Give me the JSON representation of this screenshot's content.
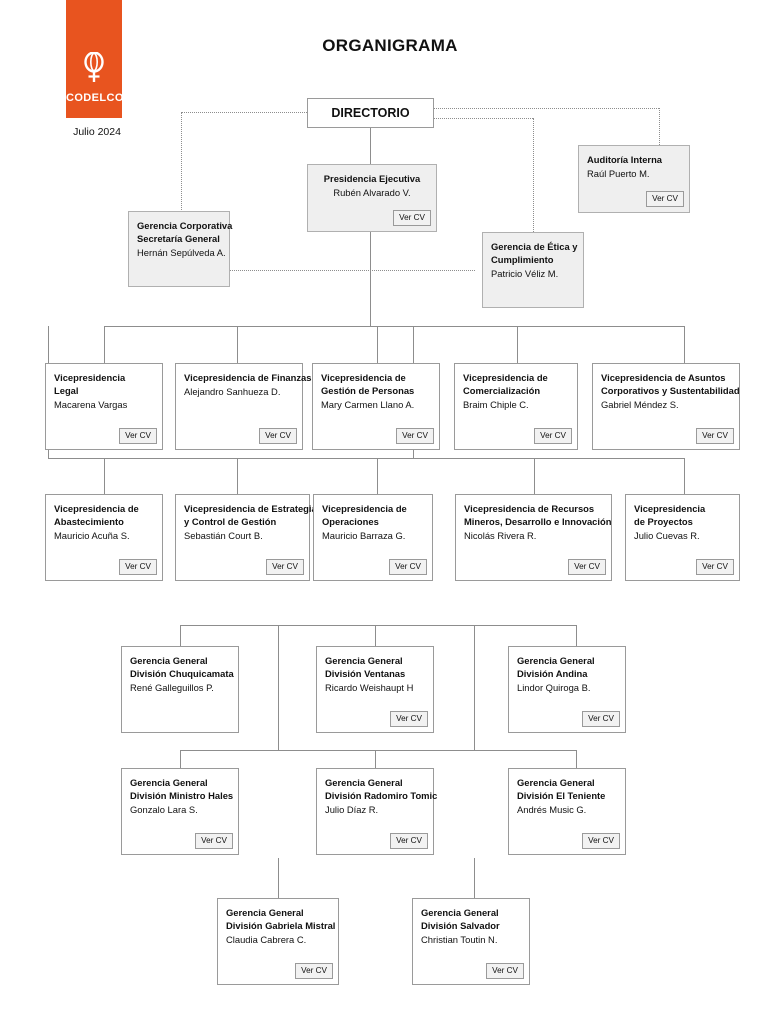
{
  "brand": {
    "name": "CODELCO",
    "date": "Julio 2024",
    "logo_icon": "codelco-venus-symbol-icon",
    "accent_color": "#e8541f"
  },
  "title": "ORGANIGRAMA",
  "labels": {
    "ver_cv": "Ver CV"
  },
  "nodes": {
    "directorio": {
      "title": "DIRECTORIO",
      "person": "",
      "has_cv": false
    },
    "presidencia": {
      "title": "Presidencia Ejecutiva",
      "person": "Rubén Alvarado V.",
      "has_cv": true
    },
    "auditoria": {
      "title": "Auditoría Interna",
      "person": "Raúl Puerto M.",
      "has_cv": true
    },
    "secretaria": {
      "title_1": "Gerencia Corporativa",
      "title_2": "Secretaría General",
      "person": "Hernán Sepúlveda A.",
      "has_cv": false
    },
    "etica": {
      "title_1": "Gerencia de Ética y",
      "title_2": "Cumplimiento",
      "person": "Patricio Véliz M.",
      "has_cv": false
    }
  },
  "vp_row_1": [
    {
      "title_1": "Vicepresidencia",
      "title_2": "Legal",
      "person": "Macarena Vargas",
      "has_cv": true
    },
    {
      "title_1": "Vicepresidencia de Finanzas",
      "title_2": "",
      "person": "Alejandro Sanhueza D.",
      "has_cv": true
    },
    {
      "title_1": "Vicepresidencia de",
      "title_2": "Gestión de Personas",
      "person": "Mary Carmen Llano A.",
      "has_cv": true
    },
    {
      "title_1": "Vicepresidencia de",
      "title_2": "Comercialización",
      "person": "Braim Chiple C.",
      "has_cv": true
    },
    {
      "title_1": "Vicepresidencia de Asuntos",
      "title_2": "Corporativos y Sustentabilidad",
      "person": "Gabriel Méndez S.",
      "has_cv": true
    }
  ],
  "vp_row_2": [
    {
      "title_1": "Vicepresidencia de",
      "title_2": "Abastecimiento",
      "person": "Mauricio Acuña S.",
      "has_cv": true
    },
    {
      "title_1": "Vicepresidencia de Estrategia",
      "title_2": "y Control de Gestión",
      "person": "Sebastián Court B.",
      "has_cv": true
    },
    {
      "title_1": "Vicepresidencia de",
      "title_2": "Operaciones",
      "person": "Mauricio Barraza G.",
      "has_cv": true
    },
    {
      "title_1": "Vicepresidencia de Recursos",
      "title_2": "Mineros, Desarrollo e Innovación",
      "person": "Nicolás Rivera R.",
      "has_cv": true
    },
    {
      "title_1": "Vicepresidencia",
      "title_2": "de Proyectos",
      "person": "Julio Cuevas R.",
      "has_cv": true
    }
  ],
  "divisions_row_1": [
    {
      "title_1": "Gerencia General",
      "title_2": "División Chuquicamata",
      "person": "René Galleguillos P.",
      "has_cv": false
    },
    {
      "title_1": "Gerencia General",
      "title_2": "División Ventanas",
      "person": "Ricardo Weishaupt H",
      "has_cv": true
    },
    {
      "title_1": "Gerencia General",
      "title_2": "División Andina",
      "person": "Lindor Quiroga B.",
      "has_cv": true
    }
  ],
  "divisions_row_2": [
    {
      "title_1": "Gerencia General",
      "title_2": "División Ministro Hales",
      "person": "Gonzalo Lara S.",
      "has_cv": true
    },
    {
      "title_1": "Gerencia General",
      "title_2": "División Radomiro Tomic",
      "person": "Julio Díaz R.",
      "has_cv": true
    },
    {
      "title_1": "Gerencia General",
      "title_2": "División El Teniente",
      "person": "Andrés Music G.",
      "has_cv": true
    }
  ],
  "divisions_row_3": [
    {
      "title_1": "Gerencia General",
      "title_2": "División Gabriela Mistral",
      "person": "Claudia Cabrera C.",
      "has_cv": true
    },
    {
      "title_1": "Gerencia General",
      "title_2": "División Salvador",
      "person": "Christian Toutin N.",
      "has_cv": true
    }
  ]
}
